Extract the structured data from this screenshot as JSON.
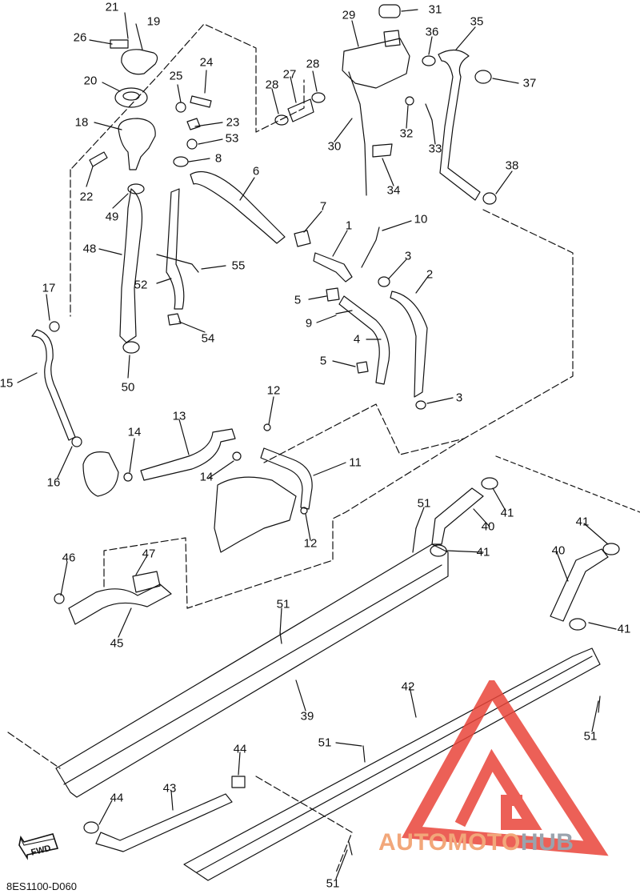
{
  "diagram_code": "8ES1100-D060",
  "fwd_label": "FWD",
  "watermark": {
    "part1": "AUTOMOTO",
    "part2": "HUB"
  },
  "callouts": [
    "21",
    "19",
    "26",
    "20",
    "25",
    "24",
    "18",
    "23",
    "53",
    "8",
    "22",
    "49",
    "48",
    "52",
    "55",
    "54",
    "17",
    "15",
    "16",
    "50",
    "6",
    "7",
    "1",
    "10",
    "3",
    "2",
    "5",
    "9",
    "4",
    "5",
    "3",
    "29",
    "31",
    "36",
    "35",
    "37",
    "28",
    "27",
    "28",
    "30",
    "32",
    "33",
    "34",
    "38",
    "12",
    "13",
    "14",
    "14",
    "11",
    "12",
    "46",
    "47",
    "45",
    "51",
    "41",
    "40",
    "41",
    "40",
    "41",
    "41",
    "51",
    "39",
    "42",
    "51",
    "51",
    "44",
    "43",
    "44",
    "51"
  ],
  "colors": {
    "line": "#111111",
    "logo_red": "#e9453a",
    "logo_orange": "#f2a77a",
    "logo_gray": "#9aa3ad"
  }
}
